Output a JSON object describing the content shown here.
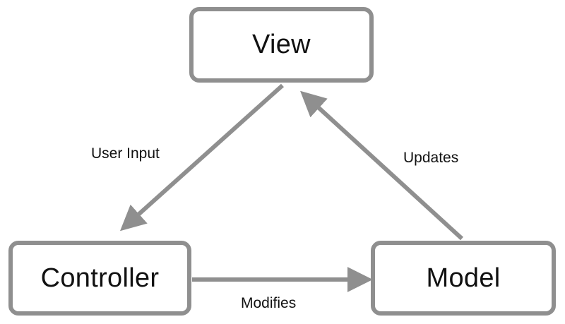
{
  "diagram": {
    "nodes": {
      "view": "View",
      "controller": "Controller",
      "model": "Model"
    },
    "edges": {
      "user_input": "User Input",
      "updates": "Updates",
      "modifies": "Modifies"
    }
  },
  "colors": {
    "stroke": "#8f8f8f",
    "text": "#111111",
    "background": "#ffffff"
  }
}
